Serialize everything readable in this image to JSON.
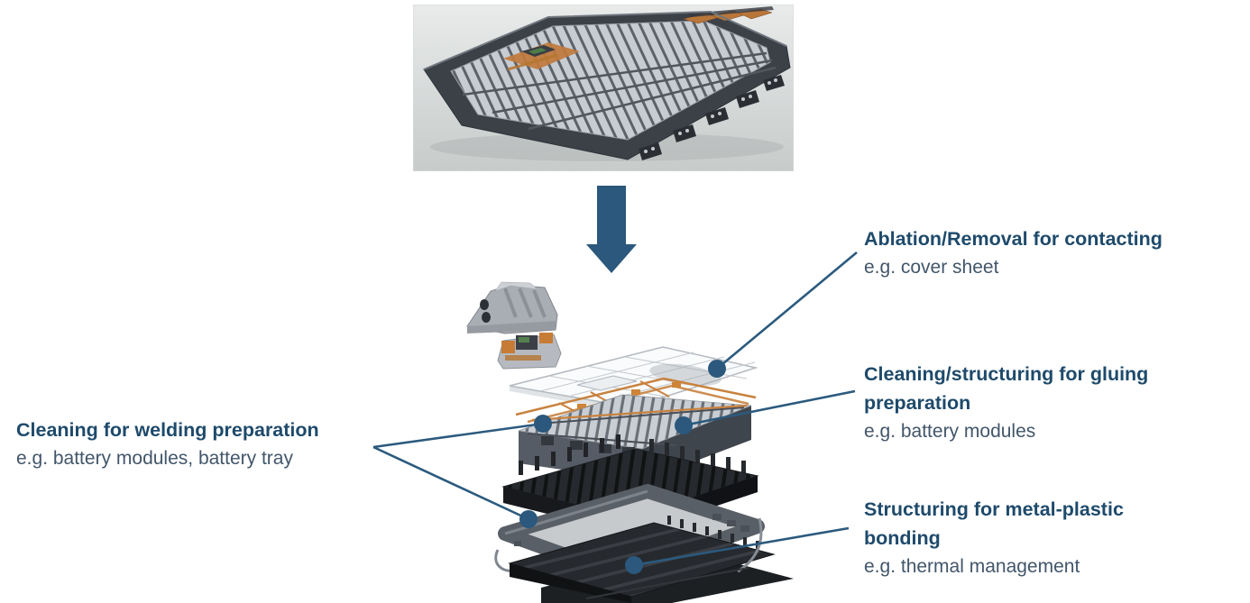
{
  "figure": {
    "hero_image": "assembled-battery-pack-photo",
    "arrow": "down-arrow",
    "exploded_view": "battery-pack-exploded-layers"
  },
  "colors": {
    "heading": "#1e4a6b",
    "subtitle": "#42566a",
    "connector": "#2b5a7e",
    "arrow": "#2b587c",
    "busbar_orange": "#c8823e"
  },
  "annotations": [
    {
      "id": "ablation",
      "title": "Ablation/Removal for contacting",
      "subtitle": "e.g. cover sheet"
    },
    {
      "id": "gluing",
      "title": "Cleaning/structuring for gluing preparation",
      "subtitle": "e.g. battery modules"
    },
    {
      "id": "welding",
      "title": "Cleaning for welding preparation",
      "subtitle": "e.g. battery modules, battery tray"
    },
    {
      "id": "structuring",
      "title": "Structuring for metal-plastic bonding",
      "subtitle": "e.g. thermal management"
    }
  ]
}
